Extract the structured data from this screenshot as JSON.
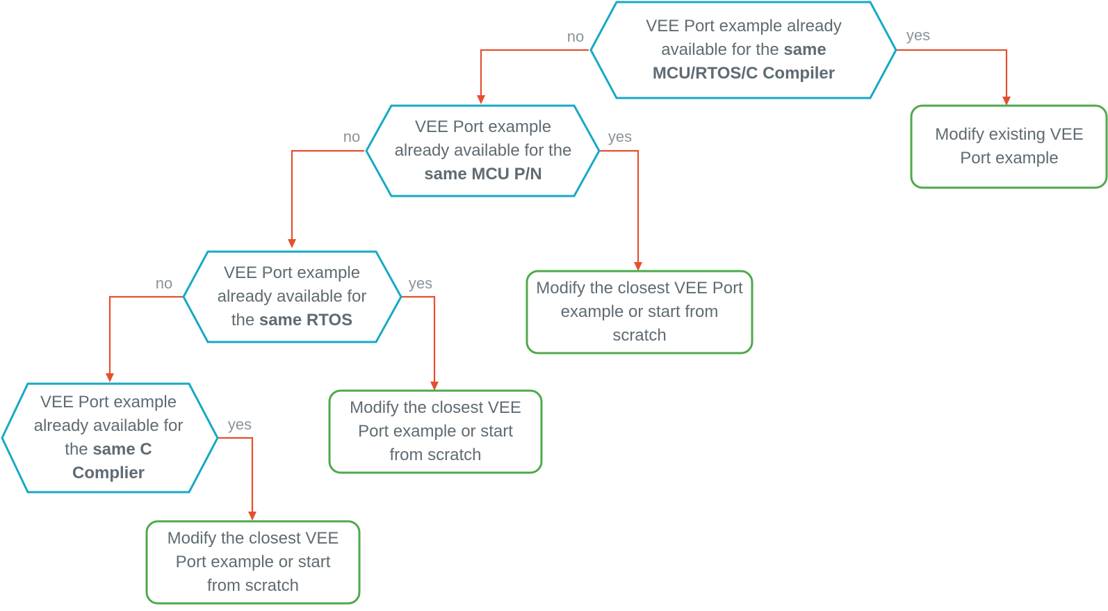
{
  "decisions": {
    "mcu_rtos_compiler": {
      "lead": "VEE Port example already available for the ",
      "strong": "same MCU/RTOS/C Compiler"
    },
    "mcu_pn": {
      "lead": "VEE Port example already available for the ",
      "strong": "same MCU P/N"
    },
    "rtos": {
      "lead": "VEE Port example already available for the ",
      "strong": "same RTOS"
    },
    "c_compiler": {
      "lead": "VEE Port example already available for the ",
      "strong": "same C Complier"
    }
  },
  "outcomes": {
    "modify_existing": "Modify existing VEE Port example",
    "closest_from_mcu": "Modify the closest VEE Port example or start from scratch",
    "closest_from_rtos": "Modify the closest VEE Port example or start from scratch",
    "closest_from_compiler": "Modify the closest VEE Port example or start from scratch"
  },
  "edge_labels": {
    "yes": "yes",
    "no": "no"
  },
  "colors": {
    "decision_border": "#16a9c4",
    "outcome_border": "#4ea94a",
    "connector": "#e4502f",
    "text": "#5f6b72",
    "edge_label": "#8a9399"
  }
}
